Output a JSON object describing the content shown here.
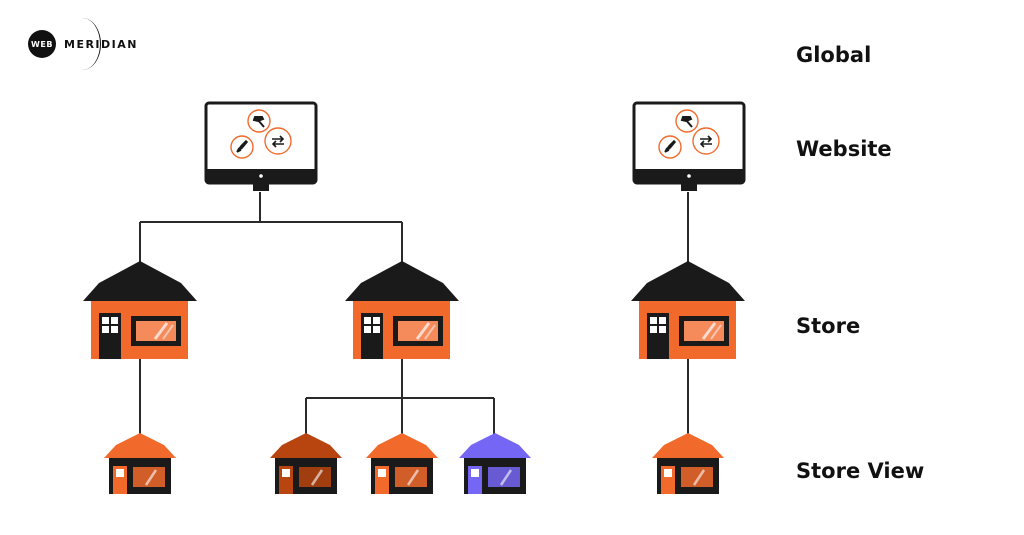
{
  "logo": {
    "badge_text": "WEB",
    "wordmark": "MERIDIAN"
  },
  "levels": {
    "global": "Global",
    "website": "Website",
    "store": "Store",
    "store_view": "Store View"
  },
  "colors": {
    "orange": "#f26a2b",
    "dark": "#1a1a1a",
    "line": "#2a2a2a",
    "brown": "#b8450f",
    "purple": "#7566f5",
    "icon_ring": "#f26a2b"
  },
  "icons": [
    "hammer-icon",
    "rocket-icon",
    "sync-arrows-icon"
  ],
  "hierarchy": {
    "left_tree": {
      "website": 1,
      "stores": 2,
      "store_views_per_store": [
        1,
        3
      ]
    },
    "right_tree": {
      "website": 1,
      "stores": 1,
      "store_views_per_store": [
        1
      ]
    }
  }
}
